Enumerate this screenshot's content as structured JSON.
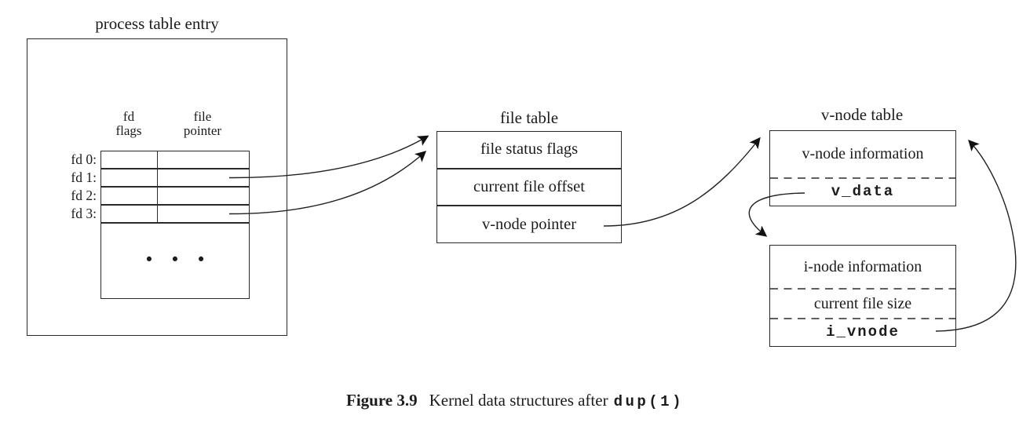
{
  "colors": {
    "ink": "#1c1c1c",
    "background": "#ffffff"
  },
  "process_table": {
    "title": "process table entry",
    "column_headers": [
      [
        "fd",
        "flags"
      ],
      [
        "file",
        "pointer"
      ]
    ],
    "fd_labels": [
      "fd 0:",
      "fd 1:",
      "fd 2:",
      "fd 3:"
    ],
    "ellipsis": "• • •"
  },
  "file_table": {
    "title": "file table",
    "rows": [
      "file status flags",
      "current file offset",
      "v-node pointer"
    ]
  },
  "vnode_table": {
    "title": "v-node table",
    "rows": [
      "v-node information",
      "v_data"
    ]
  },
  "inode_table": {
    "rows": [
      "i-node information",
      "current file size",
      "i_vnode"
    ]
  },
  "caption": {
    "figure_label": "Figure 3.9",
    "text": "Kernel data structures after",
    "code": "dup(1)"
  },
  "connections": [
    {
      "from": "fd 1 file pointer",
      "to": "file table"
    },
    {
      "from": "fd 3 file pointer",
      "to": "file table"
    },
    {
      "from": "v-node pointer",
      "to": "v-node table"
    },
    {
      "from": "v_data",
      "to": "i-node information"
    },
    {
      "from": "i_vnode",
      "to": "v-node table"
    }
  ]
}
